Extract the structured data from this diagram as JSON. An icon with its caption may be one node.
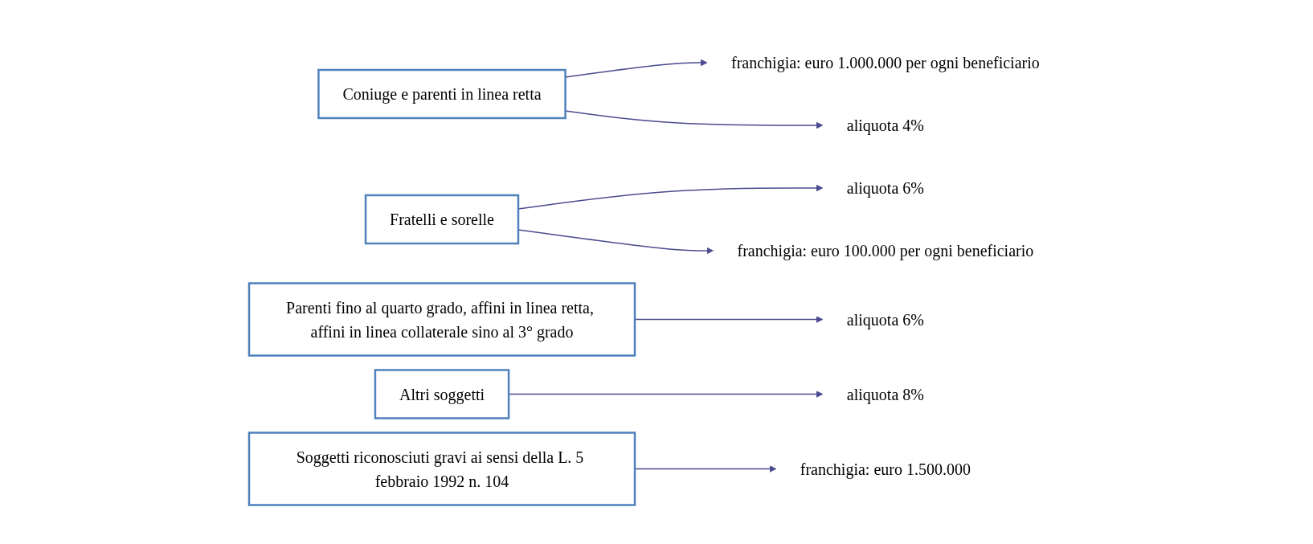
{
  "diagram": {
    "nodes": [
      {
        "text": [
          "Coniuge e parenti in linea retta"
        ]
      },
      {
        "text": [
          "franchigia: euro 1.000.000 per ogni beneficiario"
        ]
      },
      {
        "text": [
          "aliquota 4%"
        ]
      },
      {
        "text": [
          "Fratelli e sorelle"
        ]
      },
      {
        "text": [
          "aliquota 6%"
        ]
      },
      {
        "text": [
          "franchigia: euro 100.000 per ogni beneficiario"
        ]
      },
      {
        "text": [
          "Parenti fino al quarto grado, affini in linea retta, affini in linea collaterale sino al 3° grado"
        ]
      },
      {
        "text": [
          "aliquota 6%"
        ]
      },
      {
        "text": [
          "Altri soggetti"
        ]
      },
      {
        "text": [
          "aliquota 8%"
        ]
      },
      {
        "text": [
          "Soggetti riconosciuti gravi ai sensi della L. 5 febbraio 1992 n. 104"
        ]
      },
      {
        "text": [
          "franchigia: euro 1.500.000"
        ]
      }
    ],
    "edges": [
      {
        "from": 0,
        "to": 1,
        "arrow": "to"
      },
      {
        "from": 0,
        "to": 2,
        "arrow": "to"
      },
      {
        "from": 3,
        "to": 4,
        "arrow": "to"
      },
      {
        "from": 3,
        "to": 5,
        "arrow": "to"
      },
      {
        "from": 6,
        "to": 7,
        "arrow": "to"
      },
      {
        "from": 8,
        "to": 9,
        "arrow": "to"
      },
      {
        "from": 10,
        "to": 11,
        "arrow": "to"
      }
    ]
  }
}
